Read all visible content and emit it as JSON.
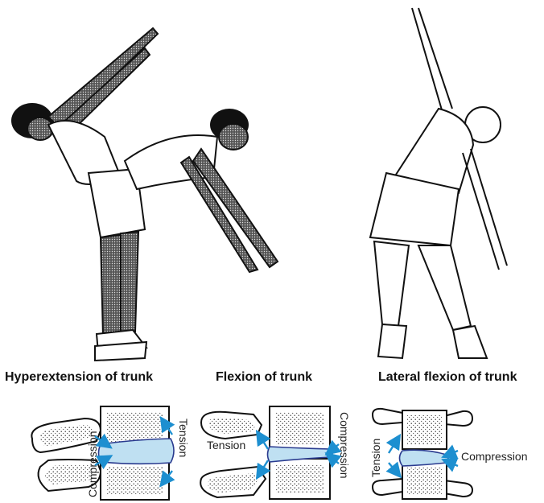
{
  "captions": {
    "hyperextension": "Hyperextension of trunk",
    "flexion": "Flexion of trunk",
    "lateral": "Lateral flexion of trunk"
  },
  "labels": {
    "compression": "Compression",
    "tension": "Tension"
  },
  "colors": {
    "arrow": "#1d8fd0",
    "disc_fill": "#bfe0f2",
    "disc_outline": "#2a3b8f"
  }
}
